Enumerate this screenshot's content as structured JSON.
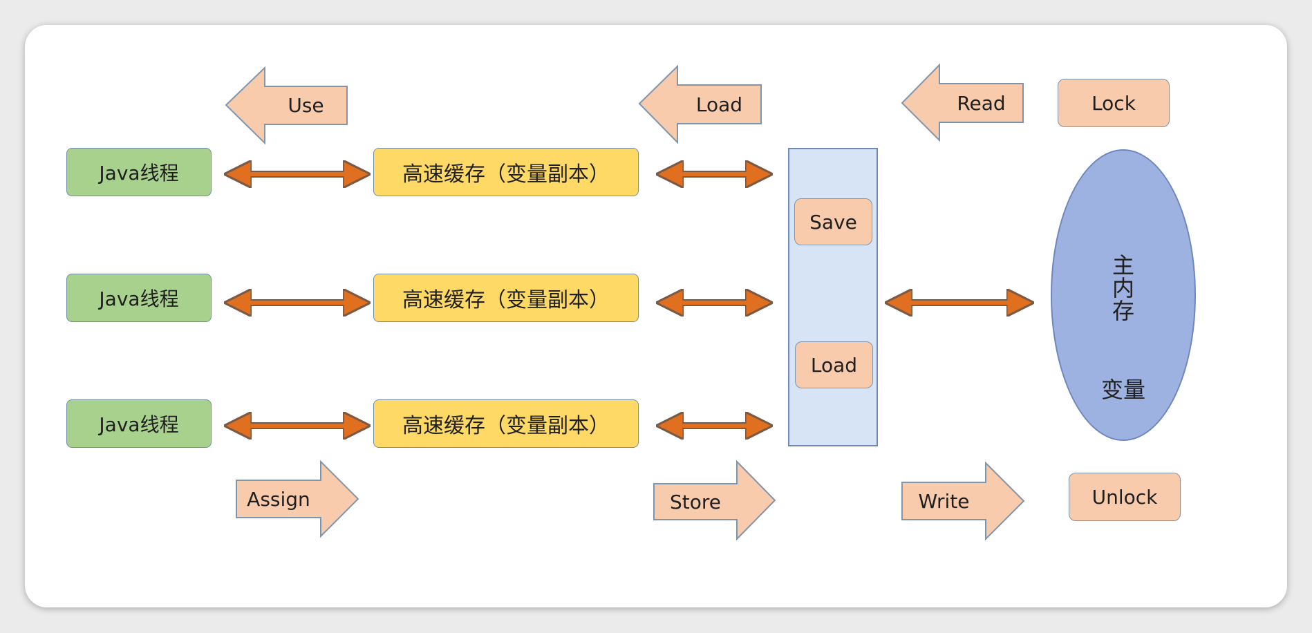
{
  "threads": [
    {
      "label": "Java线程"
    },
    {
      "label": "Java线程"
    },
    {
      "label": "Java线程"
    }
  ],
  "caches": [
    {
      "label": "高速缓存（变量副本）"
    },
    {
      "label": "高速缓存（变量副本）"
    },
    {
      "label": "高速缓存（变量副本）"
    }
  ],
  "buffer_ops": {
    "save": "Save",
    "load": "Load"
  },
  "top_ops": {
    "use": "Use",
    "load": "Load",
    "read": "Read",
    "lock": "Lock"
  },
  "bottom_ops": {
    "assign": "Assign",
    "store": "Store",
    "write": "Write",
    "unlock": "Unlock"
  },
  "memory": {
    "title": "主内存",
    "content": "变量"
  },
  "colors": {
    "thread_fill": "#a9d18e",
    "cache_fill": "#ffd966",
    "op_fill": "#f8cbad",
    "panel_fill": "#d6e4f5",
    "memory_fill": "#9db2e0",
    "connector": "#e07020"
  }
}
